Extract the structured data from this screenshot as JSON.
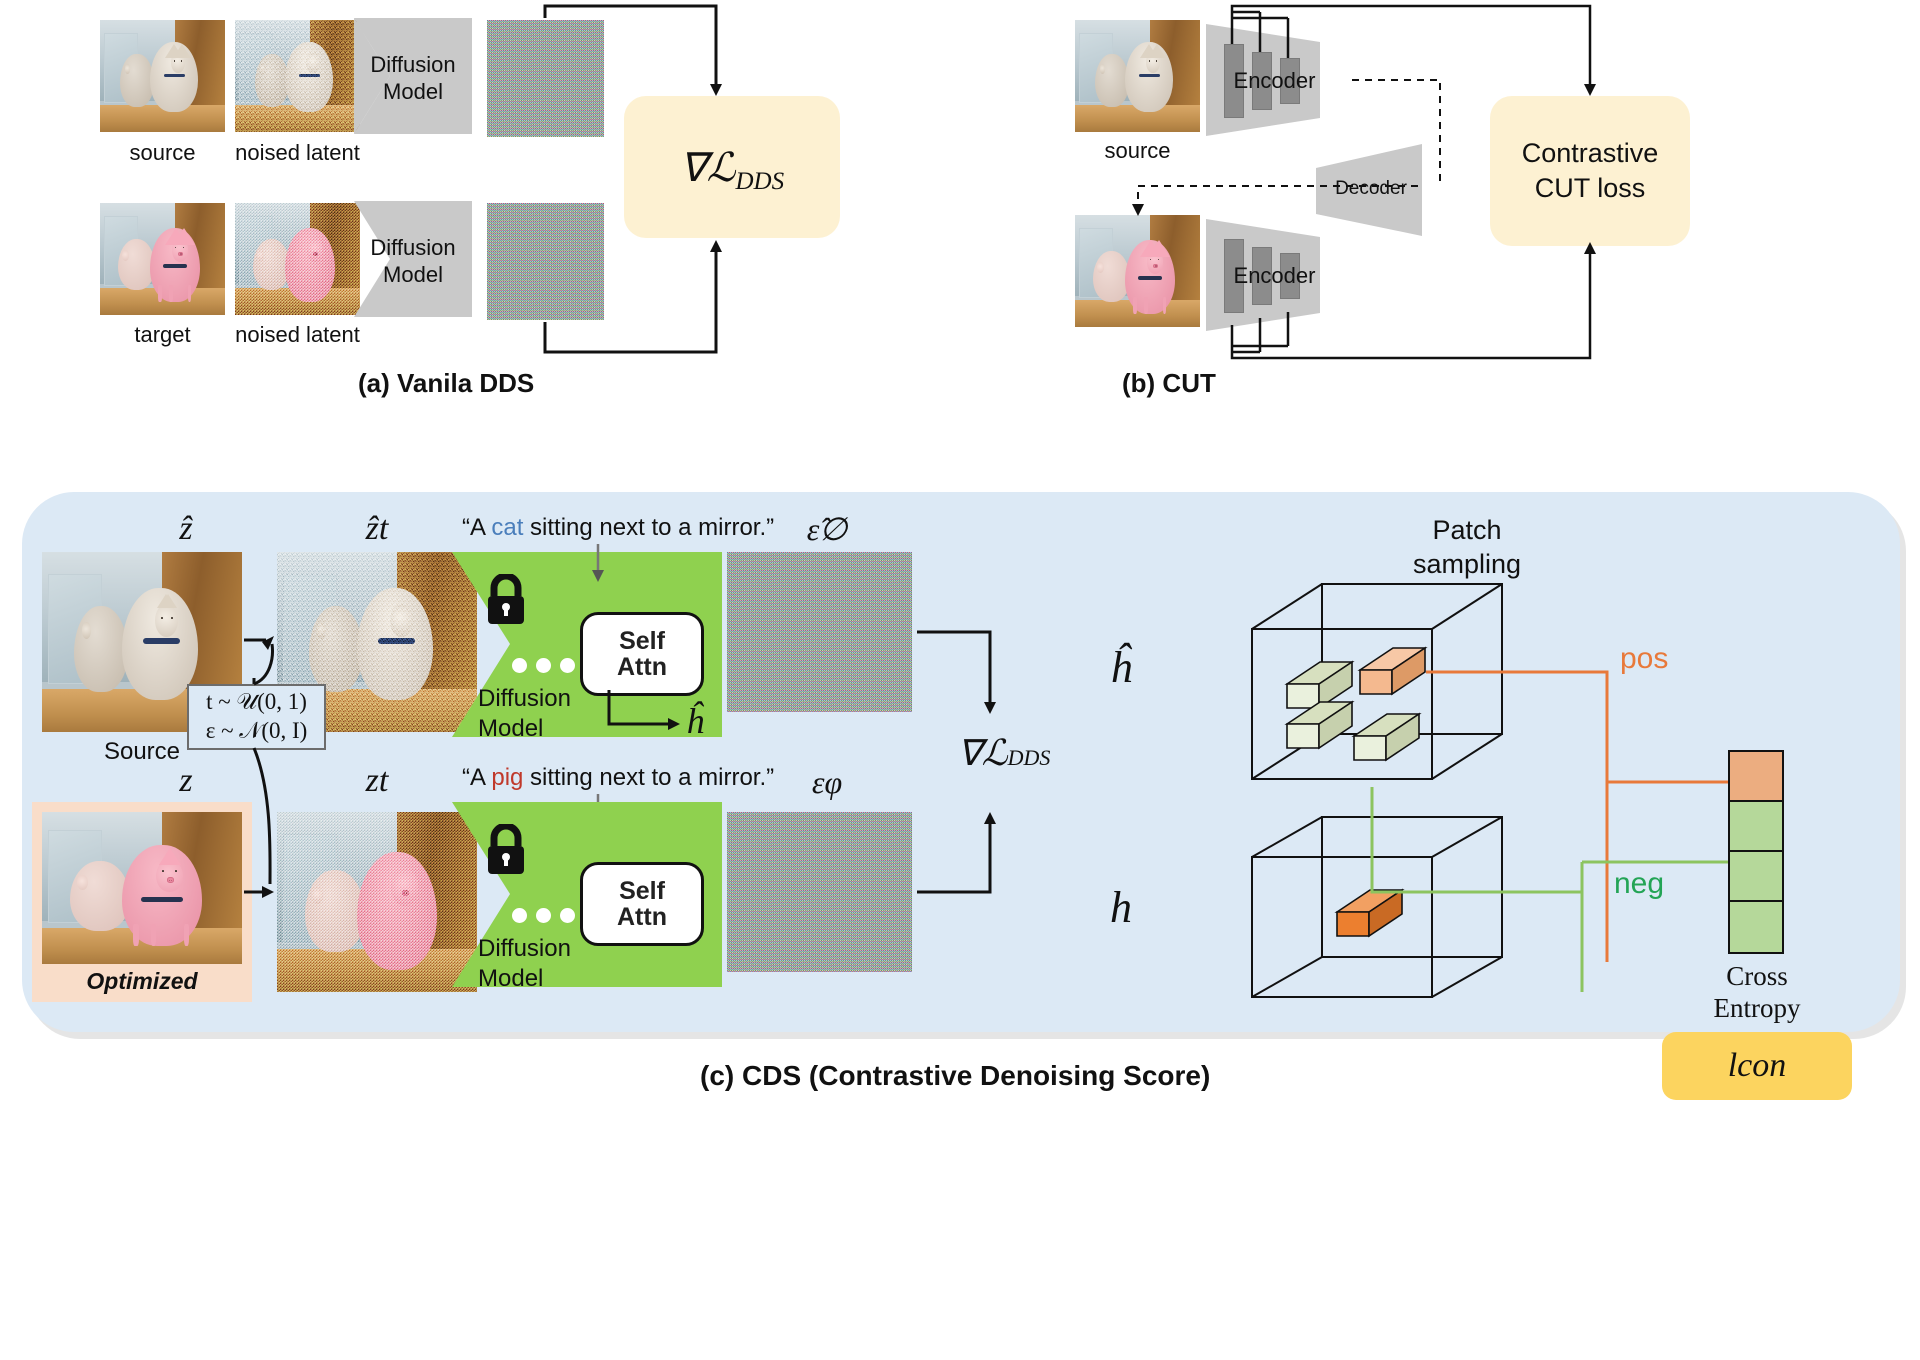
{
  "figure": {
    "caption_a": "(a) Vanila DDS",
    "caption_b": "(b) CUT",
    "caption_c": "(c) CDS (Contrastive Denoising Score)"
  },
  "colors": {
    "panel_bg": "#dce9f5",
    "loss_box": "#fdf1d2",
    "diffusion_green": "#8fd14f",
    "encoder_gray": "#c9c9c9",
    "encoder_bar": "#8c8c8c",
    "pos_orange": "#e8793a",
    "neg_green": "#23a455",
    "lcon_yellow": "#fcd45f",
    "cat_word": "#4a7ebb",
    "pig_word": "#c0392b",
    "optimized_border": "#f7d9c4"
  },
  "panel_a": {
    "rows": [
      {
        "image_label": "source",
        "noised_label": "noised latent",
        "model_label": "Diffusion\nModel",
        "model_line1": "Diffusion",
        "model_line2": "Model"
      },
      {
        "image_label": "target",
        "noised_label": "noised latent",
        "model_line1": "Diffusion",
        "model_line2": "Model"
      }
    ],
    "loss_label": "∇ℒ",
    "loss_sub": "DDS"
  },
  "panel_b": {
    "source_label": "source",
    "encoder_top_label": "Encoder",
    "encoder_bottom_label": "Encoder",
    "decoder_label": "Decoder",
    "loss_line1": "Contrastive",
    "loss_line2": "CUT loss"
  },
  "panel_c": {
    "z_hat_label": "ẑ",
    "z_hat_t_label": "ẑt",
    "z_label": "z",
    "z_t_label": "zt",
    "source_caption": "Source",
    "optimized_caption": "Optimized",
    "prompt_top": {
      "open_quote": "“",
      "prefix": "A ",
      "word": "cat",
      "suffix": " sitting next to a mirror.”"
    },
    "prompt_bottom": {
      "open_quote": "“",
      "prefix": "A ",
      "word": "pig",
      "suffix": " sitting next to a mirror.”"
    },
    "sampler_box": {
      "line1": "t ~ 𝒰(0, 1)",
      "line2": "ε ~ 𝒩(0, I)"
    },
    "diffusion_model": {
      "line1": "Diffusion",
      "line2": "Model"
    },
    "self_attn": {
      "line1": "Self",
      "line2": "Attn"
    },
    "h_hat_out_label": "ĥ",
    "h_out_label": "h",
    "eps_hat_label": "ε̂∅",
    "eps_label": "εφ",
    "dds_loss_label": "∇ℒ",
    "dds_loss_sub": "DDS",
    "h_hat_feature_label": "ĥ",
    "h_feature_label": "h",
    "patch_sampling": {
      "line1": "Patch",
      "line2": "sampling"
    },
    "pos_label": "pos",
    "neg_label": "neg",
    "cross_entropy": {
      "line1": "Cross",
      "line2": "Entropy"
    },
    "l_con_label": "lcon",
    "cross_entropy_cells": [
      {
        "kind": "pos",
        "color": "#ecad80"
      },
      {
        "kind": "neg",
        "color": "#b5d89a"
      },
      {
        "kind": "neg",
        "color": "#b5d89a"
      },
      {
        "kind": "neg",
        "color": "#b5d89a"
      }
    ],
    "patch_cubes": {
      "top_patches": [
        {
          "kind": "neg",
          "color": "#e8f0d6"
        },
        {
          "kind": "pos",
          "color": "#f2b48c"
        },
        {
          "kind": "neg",
          "color": "#e8f0d6"
        },
        {
          "kind": "neg",
          "color": "#e8f0d6"
        }
      ],
      "bottom_patches": [
        {
          "kind": "query",
          "color": "#e8813c"
        }
      ]
    }
  }
}
